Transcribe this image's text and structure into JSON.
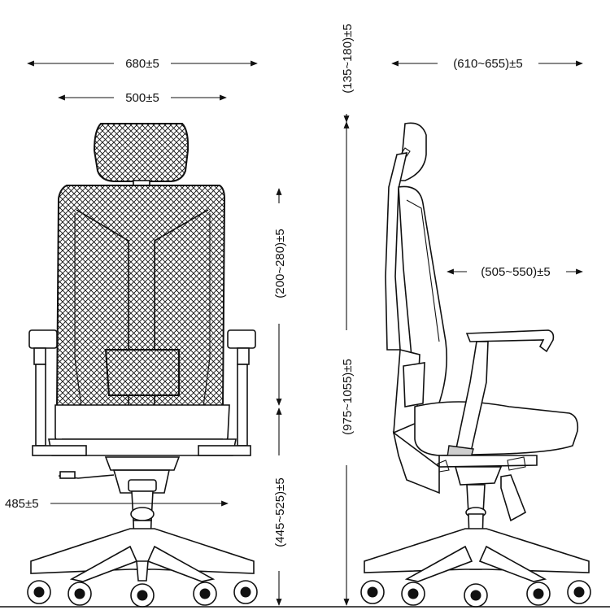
{
  "dimensions": {
    "overall_width": "680±5",
    "backrest_width": "500±5",
    "headrest_adjust": "(135~180)±5",
    "overall_depth": "(610~655)±5",
    "backrest_height": "(200~280)±5",
    "seat_depth": "(505~550)±5",
    "overall_height": "(975~1055)±5",
    "seat_height": "(445~525)±5",
    "seat_width": "485±5"
  },
  "colors": {
    "line": "#111111",
    "background": "#ffffff",
    "mesh_fill": "#ffffff"
  }
}
